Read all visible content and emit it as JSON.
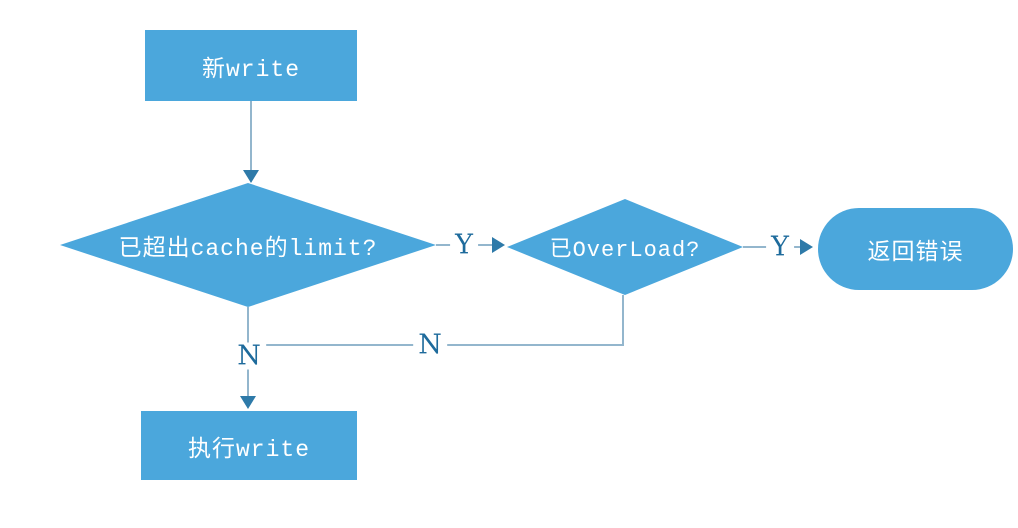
{
  "diagram": {
    "type": "flowchart",
    "colors": {
      "background": "#ffffff",
      "node_fill": "#4BA7DC",
      "node_text": "#ffffff",
      "line": "#93B6CD",
      "arrow": "#2E7AA9",
      "label": "#1E6B9C"
    },
    "nodes": [
      {
        "id": "start",
        "type": "rectangle",
        "label": "新write"
      },
      {
        "id": "limit-check",
        "type": "diamond",
        "label": "已超出cache的limit?"
      },
      {
        "id": "overload-check",
        "type": "diamond",
        "label": "已OverLoad?"
      },
      {
        "id": "return-error",
        "type": "stadium",
        "label": "返回错误"
      },
      {
        "id": "do-write",
        "type": "rectangle",
        "label": "执行write"
      }
    ],
    "edges": [
      {
        "from": "start",
        "to": "limit-check",
        "label": ""
      },
      {
        "from": "limit-check",
        "to": "overload-check",
        "label": "Y"
      },
      {
        "from": "overload-check",
        "to": "return-error",
        "label": "Y"
      },
      {
        "from": "limit-check",
        "to": "do-write",
        "label": "N"
      },
      {
        "from": "overload-check",
        "to": "do-write",
        "label": "N"
      }
    ],
    "edge_labels": {
      "y1": "Y",
      "y2": "Y",
      "n1": "N",
      "n2": "N"
    }
  }
}
